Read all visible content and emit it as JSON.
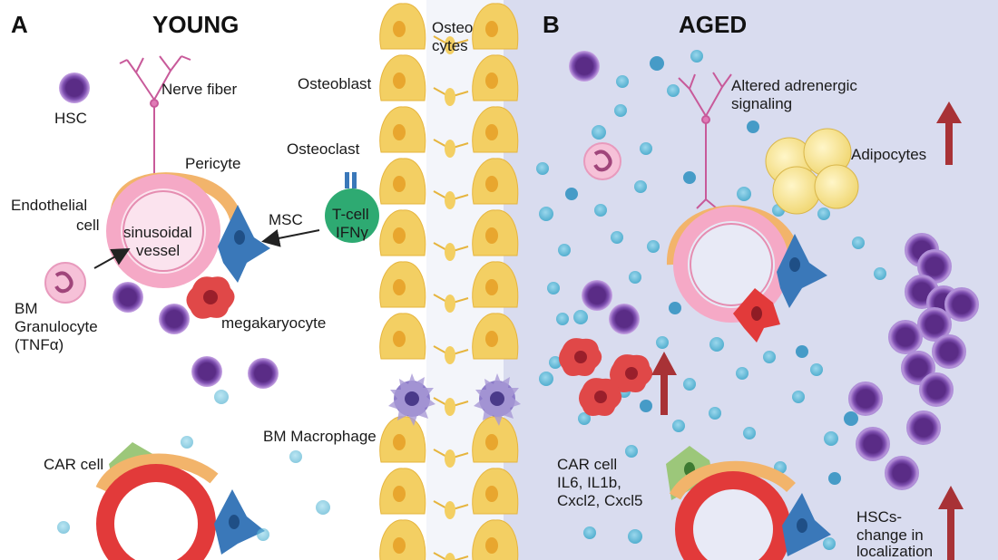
{
  "panels": {
    "a": {
      "letter": "A",
      "title": "YOUNG"
    },
    "b": {
      "letter": "B",
      "title": "AGED"
    }
  },
  "labels": {
    "hsc": "HSC",
    "nerve_fiber": "Nerve fiber",
    "pericyte": "Pericyte",
    "endothelial_1": "Endothelial",
    "endothelial_2": "cell",
    "sinusoidal_1": "sinusoidal",
    "sinusoidal_2": "vessel",
    "msc": "MSC",
    "granulocyte_1": "BM",
    "granulocyte_2": "Granulocyte",
    "granulocyte_3": "(TNFα)",
    "megakaryocyte": "megakaryocyte",
    "car_cell": "CAR cell",
    "osteo_1": "Osteo",
    "osteo_2": "cytes",
    "osteoblast": "Osteoblast",
    "osteoclast": "Osteoclast",
    "tcell_1": "T-cell",
    "tcell_2": "IFNγ",
    "macrophage": "BM Macrophage",
    "adrenergic_1": "Altered adrenergic",
    "adrenergic_2": "signaling",
    "adipocytes": "Adipocytes",
    "car_aged_1": "CAR cell",
    "car_aged_2": "IL6, IL1b,",
    "car_aged_3": "Cxcl2, Cxcl5",
    "hscs_1": "HSCs-",
    "hscs_2": "change in",
    "hscs_3": "localization"
  },
  "colors": {
    "aged_bg": "#d9dcef",
    "hsc": "#6b3f98",
    "bone": "#f3cf63",
    "vessel_pink": "#f5a9c6",
    "vessel_red": "#e23a3a",
    "pericyte": "#f2b46b",
    "msc": "#3a78b9",
    "tcell": "#2eaa72",
    "arrow_up": "#a83236",
    "dot": "#5bbcd9"
  }
}
